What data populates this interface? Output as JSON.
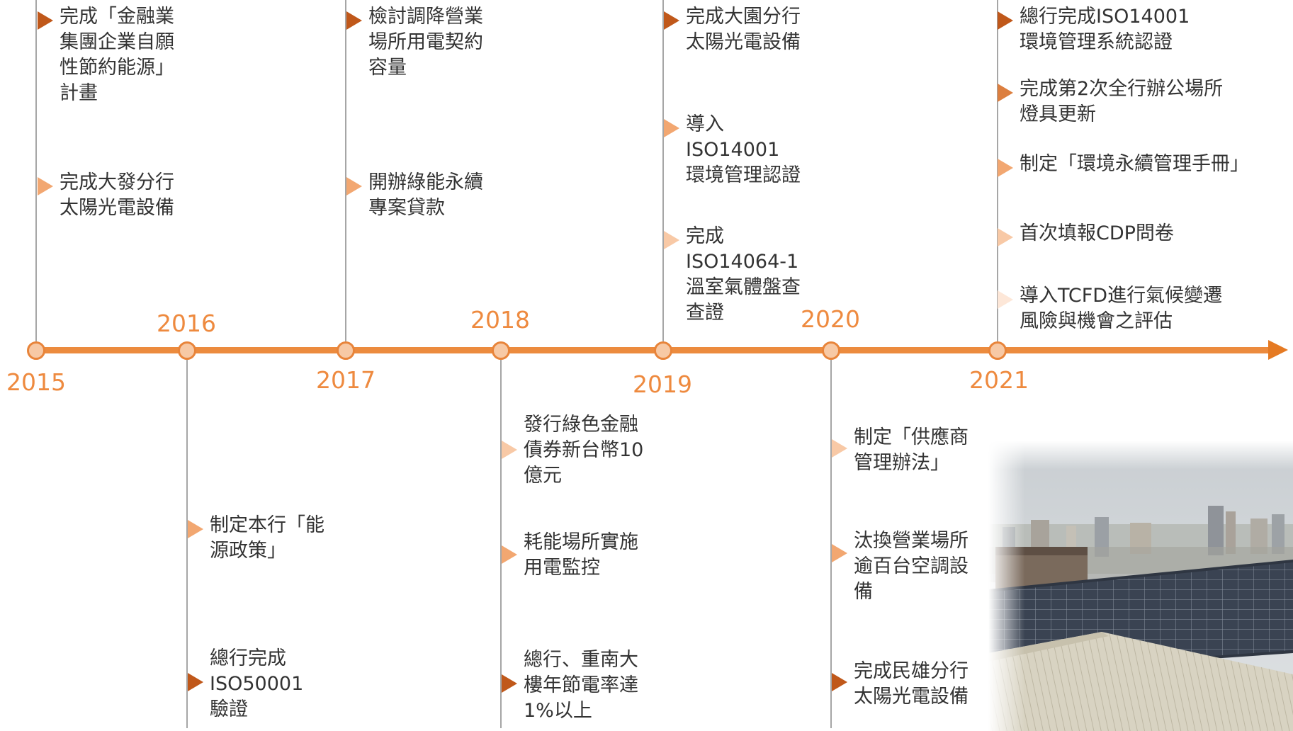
{
  "colors": {
    "axis": "#ec8b3e",
    "year_label": "#ee8a3f",
    "node_fill": "#f7c9a5",
    "node_border": "#e8843a",
    "connector": "#a6a6a6",
    "marker_levels": [
      "#c0581a",
      "#dc7f3f",
      "#f2a771",
      "#f8c9a6",
      "#fde7d8"
    ]
  },
  "photo": {
    "subject": "rooftop solar panels over a city skyline"
  },
  "timeline": {
    "years": [
      {
        "label": "2015",
        "label_side": "below"
      },
      {
        "label": "2016",
        "label_side": "above"
      },
      {
        "label": "2017",
        "label_side": "below"
      },
      {
        "label": "2018",
        "label_side": "above"
      },
      {
        "label": "2019",
        "label_side": "below"
      },
      {
        "label": "2020",
        "label_side": "above"
      },
      {
        "label": "2021",
        "label_side": "below"
      }
    ],
    "events": {
      "y2015": [
        {
          "text": "完成「金融業\n集團企業自願\n性節約能源」\n計畫",
          "marker_level": 0
        },
        {
          "text": "完成大發分行\n太陽光電設備",
          "marker_level": 2
        }
      ],
      "y2016": [
        {
          "text": "制定本行「能\n源政策」",
          "marker_level": 2
        },
        {
          "text": "總行完成\nISO50001\n驗證",
          "marker_level": 0
        }
      ],
      "y2017": [
        {
          "text": "檢討調降營業\n場所用電契約\n容量",
          "marker_level": 0
        },
        {
          "text": "開辦綠能永續\n專案貸款",
          "marker_level": 2
        }
      ],
      "y2018": [
        {
          "text": "發行綠色金融\n債券新台幣10\n億元",
          "marker_level": 3
        },
        {
          "text": "耗能場所實施\n用電監控",
          "marker_level": 2
        },
        {
          "text": "總行、重南大\n樓年節電率達\n1%以上",
          "marker_level": 0
        }
      ],
      "y2019": [
        {
          "text": "完成大園分行\n太陽光電設備",
          "marker_level": 0
        },
        {
          "text": "導入\nISO14001\n環境管理認證",
          "marker_level": 2
        },
        {
          "text": "完成\nISO14064-1\n溫室氣體盤查\n查證",
          "marker_level": 3
        }
      ],
      "y2020": [
        {
          "text": "制定「供應商\n管理辦法」",
          "marker_level": 3
        },
        {
          "text": "汰換營業場所\n逾百台空調設\n備",
          "marker_level": 2
        },
        {
          "text": "完成民雄分行\n太陽光電設備",
          "marker_level": 0
        }
      ],
      "y2021": [
        {
          "text": "總行完成ISO14001\n環境管理系統認證",
          "marker_level": 0
        },
        {
          "text": "完成第2次全行辦公場所\n燈具更新",
          "marker_level": 1
        },
        {
          "text": "制定「環境永續管理手冊」",
          "marker_level": 2
        },
        {
          "text": "首次填報CDP問卷",
          "marker_level": 3
        },
        {
          "text": "導入TCFD進行氣候變遷\n風險與機會之評估",
          "marker_level": 4
        }
      ]
    }
  }
}
